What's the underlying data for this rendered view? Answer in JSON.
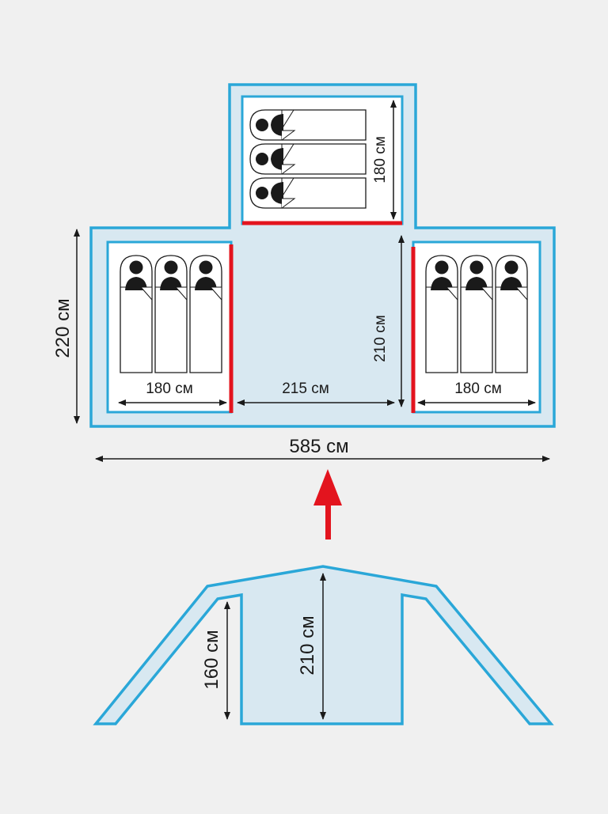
{
  "colors": {
    "background": "#f0f0f0",
    "tent_outline": "#2aa7d8",
    "tent_fill": "#d8e8f1",
    "door_red": "#e3141e",
    "arrow_red": "#e3141e",
    "dimension_line": "#1a1a1a"
  },
  "plan_view": {
    "top_bedroom_length": "180 см",
    "left_bedroom_length": "180 см",
    "right_bedroom_length": "180 см",
    "living_width": "215 см",
    "living_depth": "210 см",
    "total_depth": "220 см",
    "total_width": "585 см",
    "sleeper_icon": "sleeping-bag-icon"
  },
  "side_view": {
    "center_height": "210 см",
    "side_height": "160 см"
  },
  "entrance_arrow_icon": "arrow-up-icon"
}
